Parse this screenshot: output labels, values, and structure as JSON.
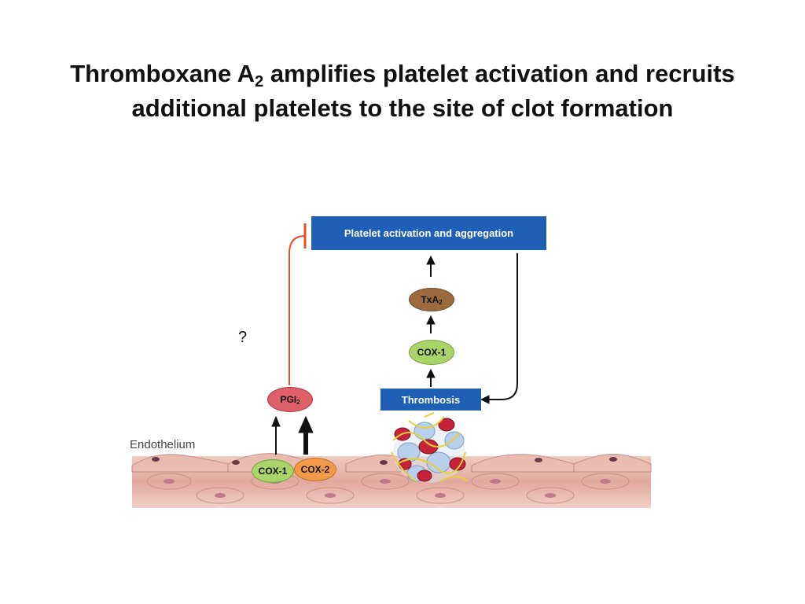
{
  "title": {
    "line1_before": "Thromboxane A",
    "line1_sub": "2",
    "line1_after": " amplifies platelet activation and recruits",
    "line2": "additional platelets to the site of clot formation"
  },
  "diagram": {
    "top_box_label": "Platelet activation and aggregation",
    "thrombosis_label": "Thrombosis",
    "txa2_base": "TxA",
    "txa2_sub": "2",
    "cox1_platelet_label": "COX-1",
    "pgi2_base": "PGI",
    "pgi2_sub": "2",
    "question_mark": "?",
    "endothelium_label": "Endothelium",
    "cox1_endo_label": "COX-1",
    "cox2_endo_label": "COX-2"
  },
  "colors": {
    "blue_box": "#1f5fb5",
    "txa2_fill": "#9b6b3e",
    "cox1_fill": "#a9d46a",
    "pgi2_fill": "#e0606a",
    "cox2_fill": "#f29a4a",
    "inhibition_line": "#e0532a",
    "tissue": "#e6b3a8"
  }
}
